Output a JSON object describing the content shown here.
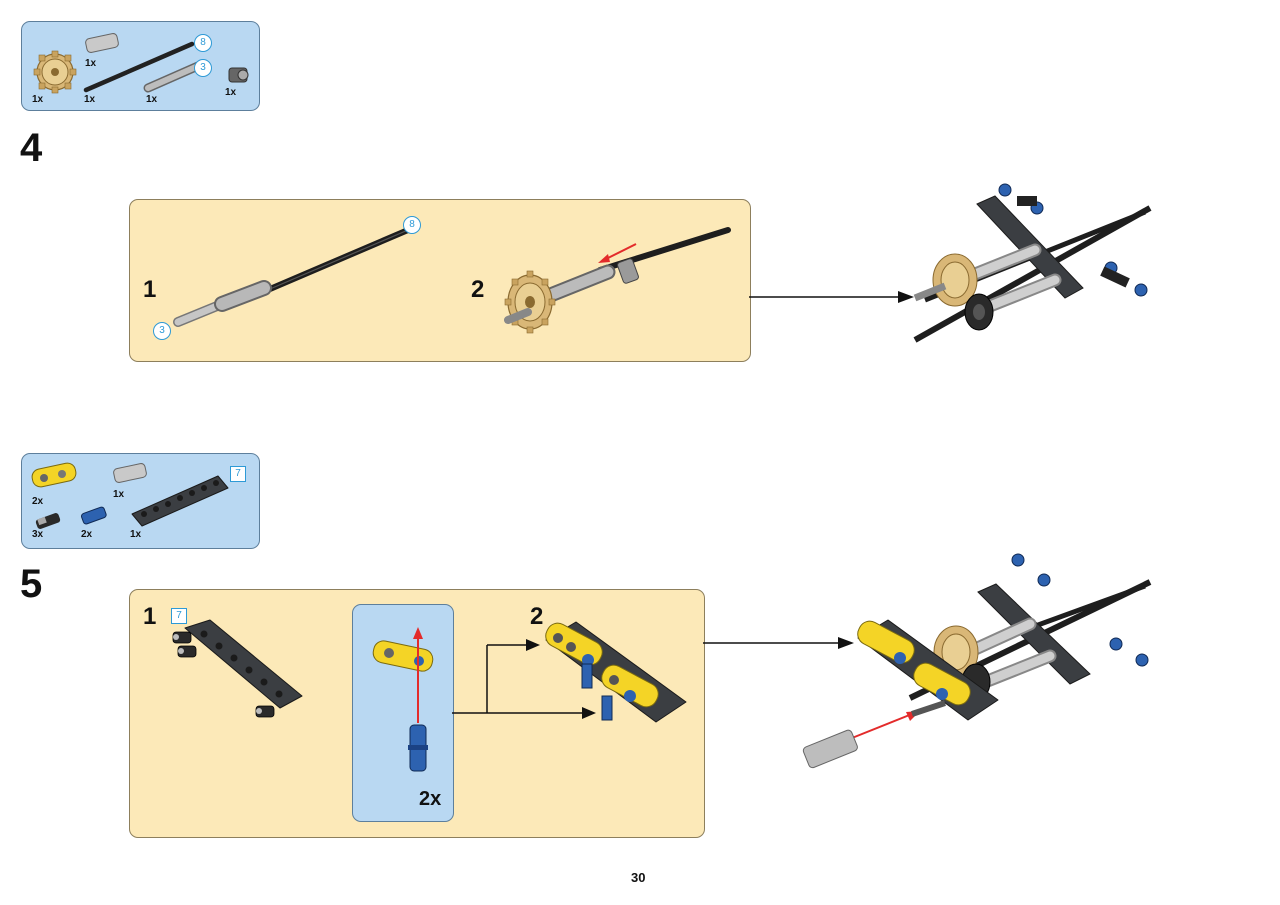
{
  "step4": {
    "number": "4",
    "parts": {
      "gear_qty": "1x",
      "bush_qty": "1x",
      "axle8_qty": "1x",
      "axle8_len": "8",
      "axle3_qty": "1x",
      "axle3_len": "3",
      "halfbush_qty": "1x"
    },
    "sub1": "1",
    "sub2": "2",
    "axle_len_long": "8",
    "axle_len_short": "3"
  },
  "step5": {
    "number": "5",
    "parts": {
      "yellow_qty": "2x",
      "bush_qty": "1x",
      "beam_qty": "1x",
      "beam_len": "7",
      "blackpin_qty": "3x",
      "bluepin_qty": "2x"
    },
    "sub1": "1",
    "sub1_len": "7",
    "sub_qty": "2x",
    "sub2": "2"
  },
  "page_number": "30",
  "colors": {
    "parts_bg": "#b9d8f2",
    "step_bg": "#fce9b8",
    "length_marker": "#2e9ad6",
    "arrow_red": "#e32b2b",
    "beam_yellow": "#f4d426",
    "beam_dark": "#3b3e42",
    "pin_blue": "#2d62b0",
    "gear_tan": "#d9b777"
  }
}
